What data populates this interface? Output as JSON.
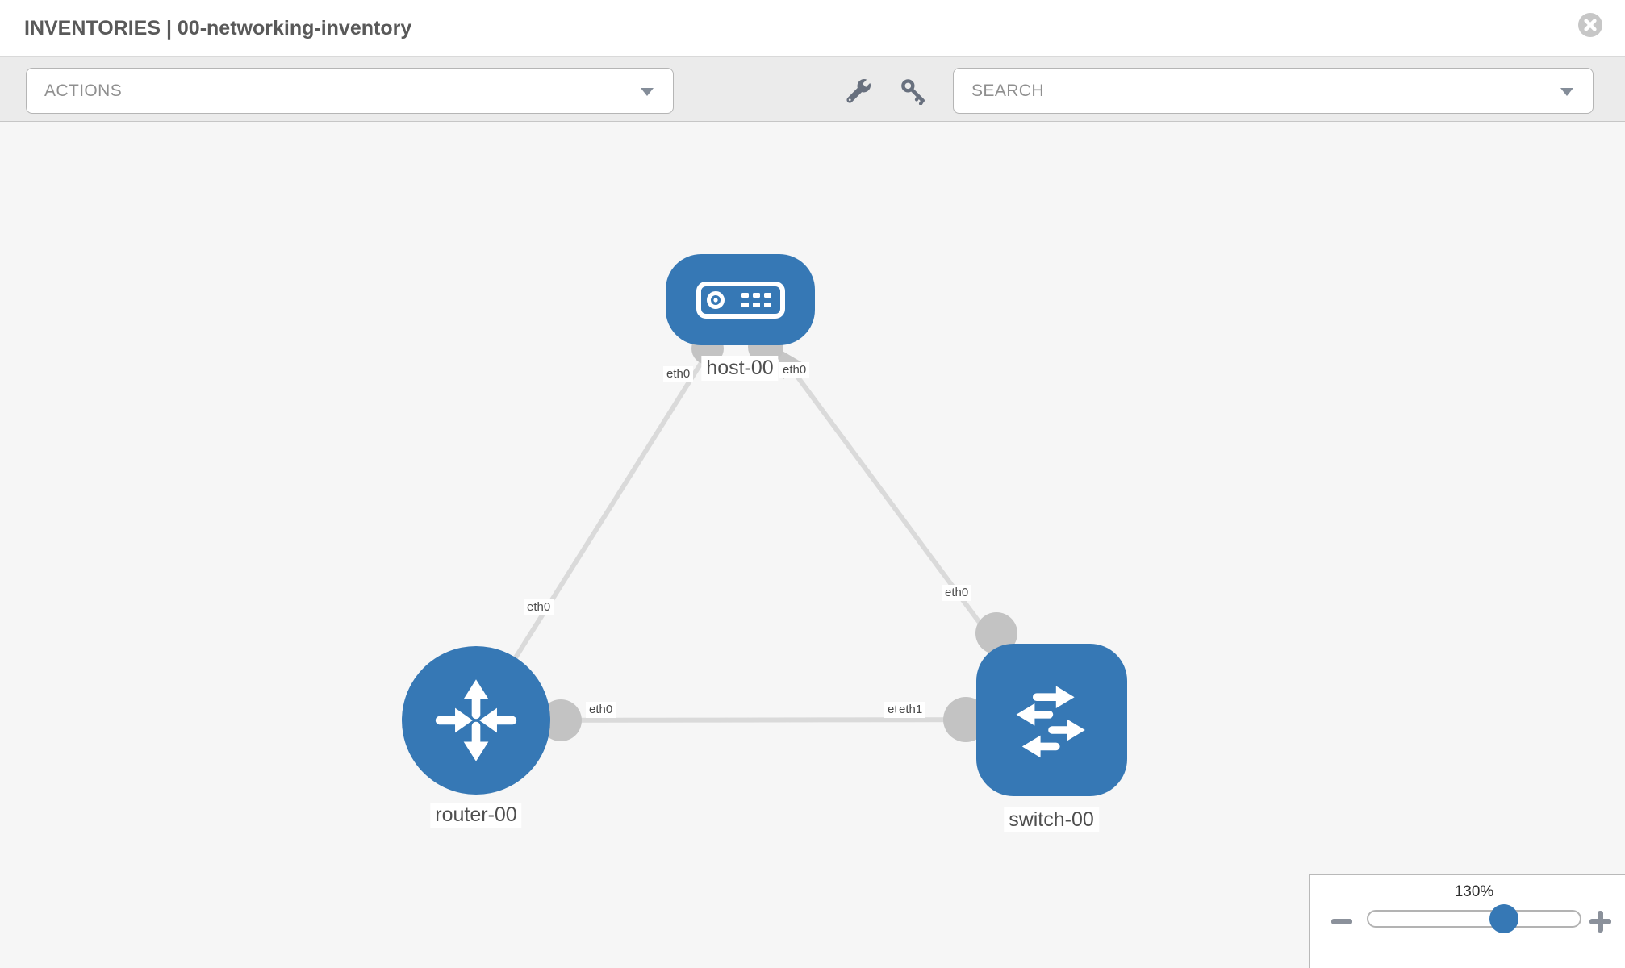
{
  "header": {
    "title": "INVENTORIES | 00-networking-inventory",
    "close_icon": "circle-x-icon"
  },
  "toolbar": {
    "actions": {
      "label": "ACTIONS"
    },
    "search": {
      "label": "SEARCH"
    },
    "icons": [
      "wrench-icon",
      "key-icon"
    ]
  },
  "colors": {
    "node_blue": "#3678b5",
    "link_gray": "#dadada",
    "connector_gray": "#c3c3c3",
    "canvas_bg": "#f6f6f6",
    "toolbar_bg": "#ebebeb",
    "label_text": "#4a4a4a"
  },
  "topology": {
    "nodes": [
      {
        "id": "host-00",
        "label": "host-00",
        "type": "host",
        "shape": "rounded-rect"
      },
      {
        "id": "router-00",
        "label": "router-00",
        "type": "router",
        "shape": "circle"
      },
      {
        "id": "switch-00",
        "label": "switch-00",
        "type": "switch",
        "shape": "rounded-square"
      }
    ],
    "links": [
      {
        "from": "host-00",
        "to": "router-00"
      },
      {
        "from": "host-00",
        "to": "switch-00"
      },
      {
        "from": "router-00",
        "to": "switch-00"
      }
    ],
    "interface_labels": {
      "host_left": "eth0",
      "host_right": "eth0",
      "router_top": "eth0",
      "router_right": "eth0",
      "switch_top": "eth0",
      "switch_left_under": "eth0",
      "switch_left_over": "eth1"
    }
  },
  "zoom_panel": {
    "value": "130%",
    "percent": 130,
    "zoom_out_icon": "minus-icon",
    "zoom_in_icon": "plus-icon"
  }
}
